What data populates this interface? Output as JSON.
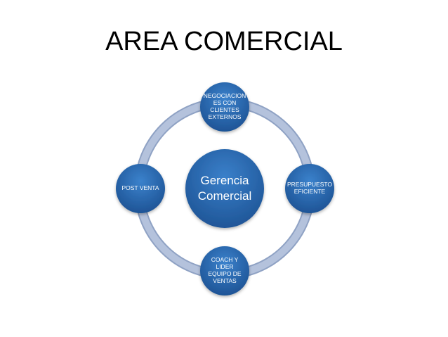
{
  "title": "AREA COMERCIAL",
  "center": {
    "label": "Gerencia\nComercial"
  },
  "nodes": {
    "top": "NEGOCIACION\nES  CON\nCLIENTES\nEXTERNOS",
    "right": "PRESUPUESTO\nEFICIENTE",
    "bottom": "COACH  Y\nLIDER\nEQUIPO DE\nVENTAS",
    "left": "POST VENTA"
  },
  "colors": {
    "ring": "#a9b8d3",
    "ring_edge": "#8fa2c4",
    "node_fill": "#2c6db5",
    "node_fill_dark": "#1f5597",
    "center_fill": "#2a6ab0"
  }
}
